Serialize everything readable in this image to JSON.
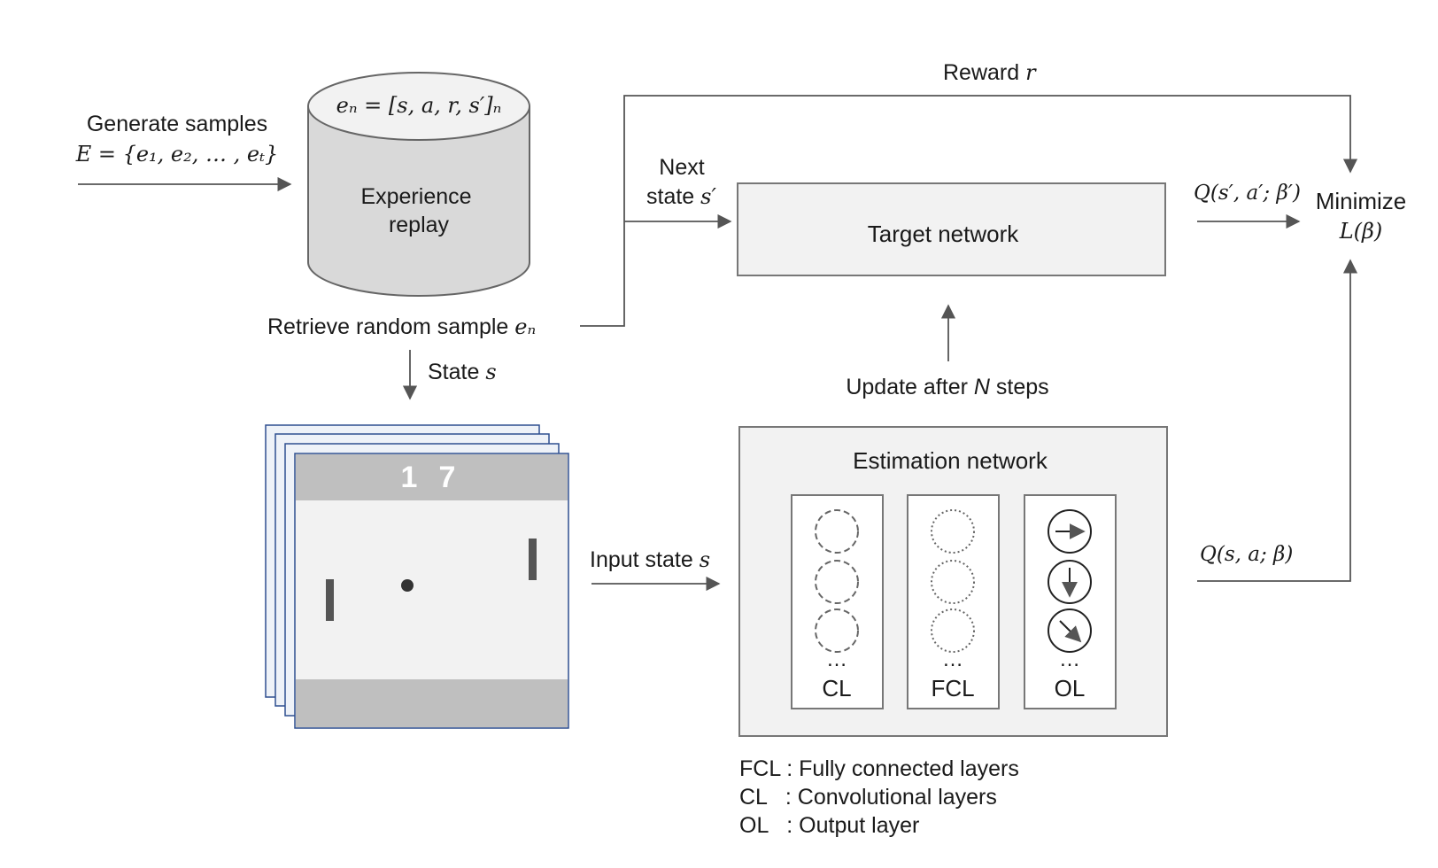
{
  "generate": {
    "label": "Generate samples",
    "formula": "E = {e₁, e₂, … , eₜ}"
  },
  "replay": {
    "top_formula": "eₙ = [s, a, r, s′]ₙ",
    "label_line1": "Experience",
    "label_line2": "replay"
  },
  "retrieve": {
    "label": "Retrieve random sample ",
    "symbol": "eₙ"
  },
  "state": {
    "label": "State ",
    "symbol": "s"
  },
  "reward": {
    "label": "Reward ",
    "symbol": "r"
  },
  "next_state": {
    "line1": "Next",
    "line2": "state ",
    "symbol": "s′"
  },
  "target_network": {
    "label": "Target network"
  },
  "q_target": "Q(s′, a′; β′)",
  "minimize": {
    "label": "Minimize",
    "formula": "L(β)"
  },
  "update": {
    "label_before": "Update after ",
    "symbol": "N",
    "label_after": " steps"
  },
  "estimation_network": {
    "title": "Estimation network",
    "layers": [
      {
        "name": "CL",
        "ellipsis": "…",
        "style": "dashed"
      },
      {
        "name": "FCL",
        "ellipsis": "…",
        "style": "dotted"
      },
      {
        "name": "OL",
        "ellipsis": "…",
        "style": "arrows"
      }
    ]
  },
  "input_state": {
    "label": "Input state ",
    "symbol": "s"
  },
  "q_estimate": "Q(s, a; β)",
  "game": {
    "score_left": "1",
    "score_right": "7"
  },
  "legend": [
    "FCL : Fully connected layers",
    "CL   : Convolutional layers",
    "OL   : Output layer"
  ],
  "colors": {
    "box_fill": "#f2f2f2",
    "cylinder_fill": "#d9d9d9",
    "line": "#555555",
    "frame_border": "#2f4f8f",
    "game_bar": "#bfbfbf",
    "paddle": "#555555"
  }
}
